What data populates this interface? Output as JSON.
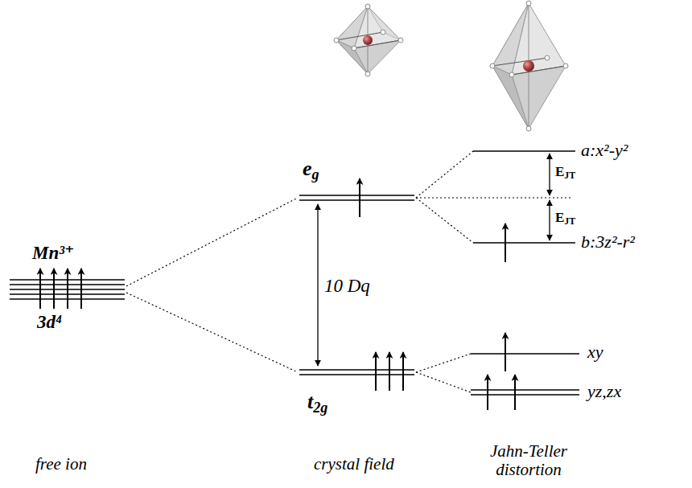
{
  "diagram": {
    "labels": [
      "Mn³⁺",
      "3d⁴",
      "eg",
      "10 Dq",
      "t2g",
      "EJT",
      "EJT",
      "a:x²-y²",
      "b:3z²-r²",
      "xy",
      "yz,zx",
      "free ion",
      "crystal field",
      "Jahn-Teller distortion"
    ]
  }
}
